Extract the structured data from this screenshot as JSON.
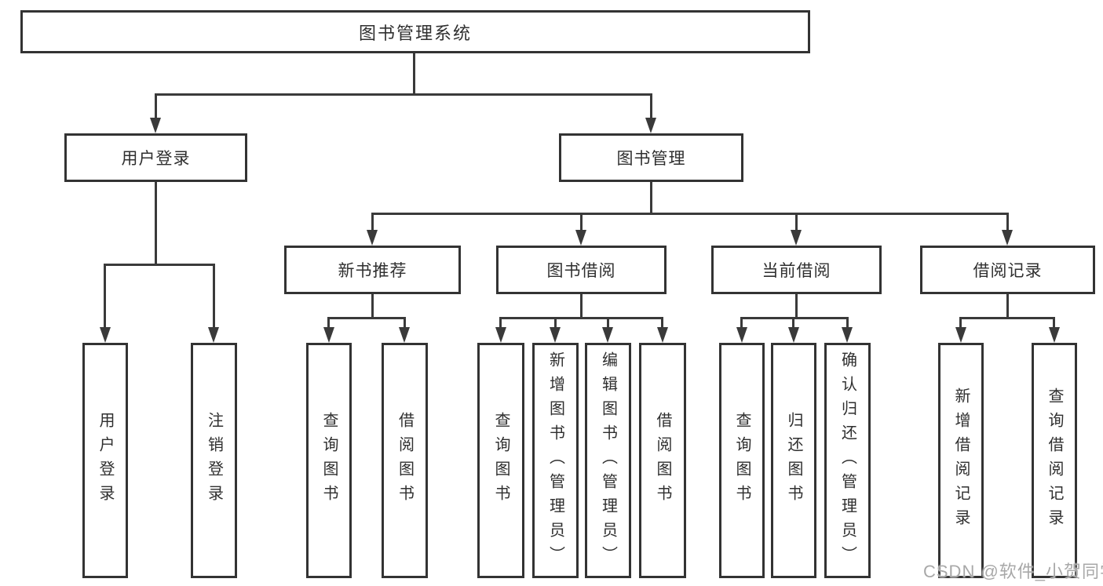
{
  "diagram": {
    "root": {
      "label": "图书管理系统"
    },
    "level2": [
      {
        "id": "user-login",
        "label": "用户登录"
      },
      {
        "id": "book-management",
        "label": "图书管理"
      }
    ],
    "level3": [
      {
        "id": "new-book-recommend",
        "label": "新书推荐"
      },
      {
        "id": "book-borrowing",
        "label": "图书借阅"
      },
      {
        "id": "current-borrowing",
        "label": "当前借阅"
      },
      {
        "id": "borrowing-records",
        "label": "借阅记录"
      }
    ],
    "leaves": [
      {
        "group": "user-login",
        "label": "用户登录"
      },
      {
        "group": "user-login",
        "label": "注销登录"
      },
      {
        "group": "new-book-recommend",
        "label": "查询图书"
      },
      {
        "group": "new-book-recommend",
        "label": "借阅图书"
      },
      {
        "group": "book-borrowing",
        "label": "查询图书"
      },
      {
        "group": "book-borrowing",
        "label": "新增图书（管理员）"
      },
      {
        "group": "book-borrowing",
        "label": "编辑图书（管理员）"
      },
      {
        "group": "book-borrowing",
        "label": "借阅图书"
      },
      {
        "group": "current-borrowing",
        "label": "查询图书"
      },
      {
        "group": "current-borrowing",
        "label": "归还图书"
      },
      {
        "group": "current-borrowing",
        "label": "确认归还（管理员）"
      },
      {
        "group": "borrowing-records",
        "label": "新增借阅记录"
      },
      {
        "group": "borrowing-records",
        "label": "查询借阅记录"
      }
    ],
    "watermark": "CSDN @软件_小贺同学",
    "colors": {
      "line": "#3a3a3a",
      "box_border": "#333333",
      "text": "#2f2f2f",
      "watermark": "#a8a8a8",
      "background": "#ffffff"
    }
  }
}
